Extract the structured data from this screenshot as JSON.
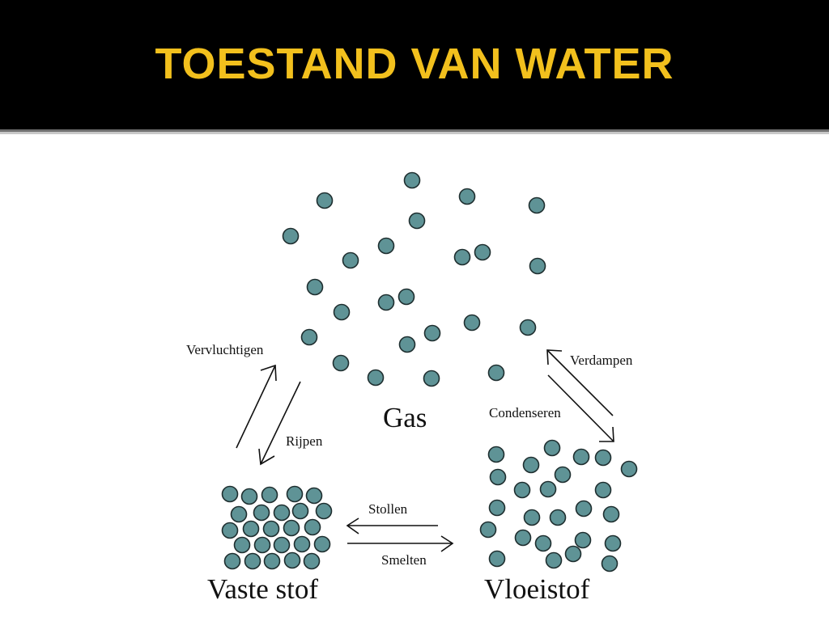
{
  "slide": {
    "title": "TOESTAND VAN WATER",
    "title_color": "#f2c01d",
    "molecule_color": "#5f9396"
  },
  "diagram": {
    "states": {
      "gas": "Gas",
      "liquid": "Vloeistof",
      "solid": "Vaste stof"
    },
    "transitions": {
      "sublimation": "Vervluchtigen",
      "deposition": "Rijpen",
      "evaporation": "Verdampen",
      "condensation": "Condenseren",
      "freezing": "Stollen",
      "melting": "Smelten"
    }
  }
}
